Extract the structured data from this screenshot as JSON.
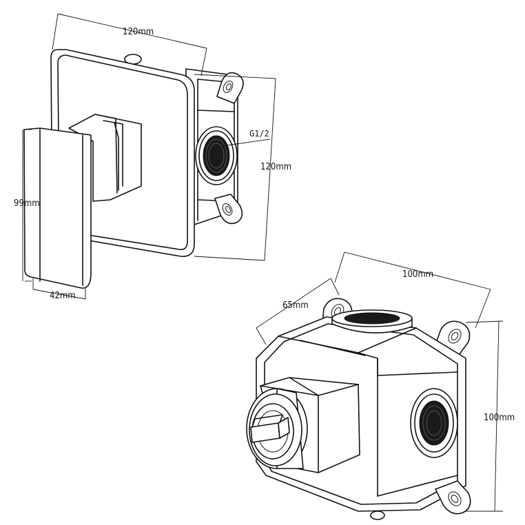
{
  "front_view": {
    "width_label": "120mm",
    "height_label": "120mm",
    "thread_label": "G1/2",
    "handle_height_label": "99mm",
    "handle_depth_label": "42mm"
  },
  "box_view": {
    "width_label": "100mm",
    "depth_label": "65mm",
    "height_label": "100mm"
  }
}
